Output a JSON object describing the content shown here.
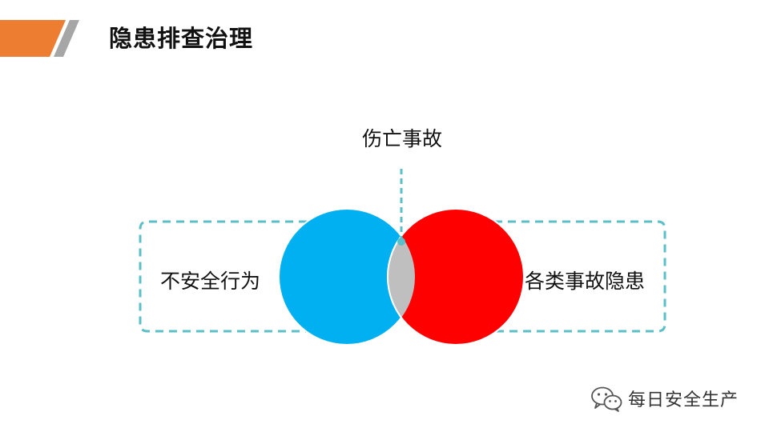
{
  "header": {
    "title": "隐患排查治理",
    "accent_color": "#ED7D31",
    "stripe_color": "#A6A6A6"
  },
  "diagram": {
    "top_label": "伤亡事故",
    "left_label": "不安全行为",
    "right_label": "各类事故隐患",
    "left_circle_color": "#00B0F0",
    "right_circle_color": "#FF0000",
    "overlap_color": "#BFBFBF",
    "dash_color": "#5BBFC7"
  },
  "watermark": {
    "text": "每日安全生产",
    "icon": "wechat-icon"
  }
}
